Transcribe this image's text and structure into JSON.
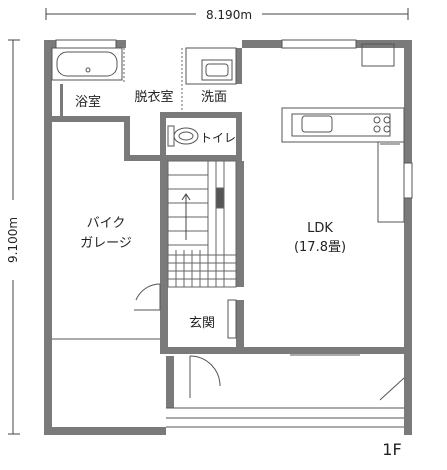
{
  "plan": {
    "floor_label": "1F",
    "width_dimension": "8.190m",
    "depth_dimension": "9.100m",
    "rooms": {
      "bath": "浴室",
      "dressing": "脱衣室",
      "washroom": "洗面",
      "toilet": "トイレ",
      "garage_line1": "バイク",
      "garage_line2": "ガレージ",
      "ldk_line1": "LDK",
      "ldk_line2": "(17.8畳)",
      "entrance": "玄関"
    }
  }
}
